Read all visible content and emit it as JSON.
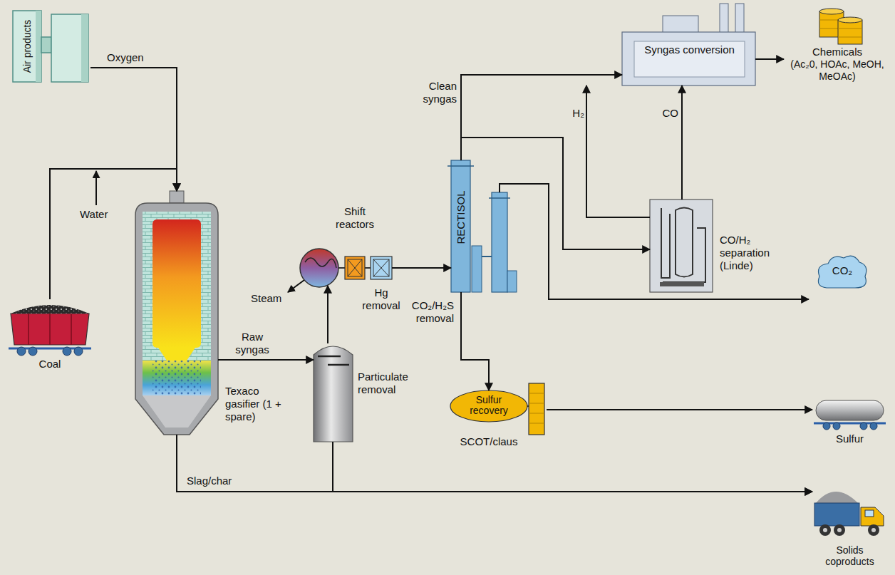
{
  "diagram": {
    "nodes": [
      {
        "text": [
          "Air products"
        ]
      },
      {
        "text": [
          "Coal"
        ]
      },
      {
        "text": [
          "Texaco gasifier (1 + spare)"
        ]
      },
      {
        "text": [
          "Particulate removal"
        ]
      },
      {
        "text": [
          "Shift reactors"
        ]
      },
      {
        "text": [
          "Hg removal"
        ]
      },
      {
        "text": [
          "RECTISOL"
        ]
      },
      {
        "text": [
          "CO₂/H₂S removal"
        ]
      },
      {
        "text": [
          "CO/H₂ separation (Linde)"
        ]
      },
      {
        "text": [
          "Syngas conversion"
        ]
      },
      {
        "text": [
          "Chemicals",
          "(Ac₂0, HOAc, MeOH, MeOAc)"
        ]
      },
      {
        "text": [
          "CO₂"
        ]
      },
      {
        "text": [
          "Sulfur recovery",
          "SCOT/claus"
        ]
      },
      {
        "text": [
          "Sulfur"
        ]
      },
      {
        "text": [
          "Solids coproducts"
        ]
      }
    ],
    "edges": [
      {
        "from": 0,
        "to": 2,
        "label": "Oxygen",
        "arrow": "to"
      },
      {
        "from": 1,
        "to": 2,
        "arrow": "to"
      },
      {
        "from": 2,
        "to": 3,
        "label": "Raw syngas",
        "arrow": "to"
      },
      {
        "from": 3,
        "to": 4,
        "arrow": "to"
      },
      {
        "from": 5,
        "to": 6,
        "arrow": "to"
      },
      {
        "from": 6,
        "to": 9,
        "label": "Clean syngas",
        "arrow": "to"
      },
      {
        "from": 6,
        "to": 8,
        "arrow": "to"
      },
      {
        "from": 8,
        "to": 9,
        "label": "H₂",
        "arrow": "to"
      },
      {
        "from": 8,
        "to": 9,
        "label": "CO",
        "arrow": "to"
      },
      {
        "from": 9,
        "to": 10,
        "arrow": "to"
      },
      {
        "from": 6,
        "to": 12,
        "arrow": "to"
      },
      {
        "from": 7,
        "to": 11,
        "arrow": "to"
      },
      {
        "from": 12,
        "to": 13,
        "arrow": "to"
      },
      {
        "from": 2,
        "to": 14,
        "label": "Slag/char",
        "arrow": "to"
      },
      {
        "from": 3,
        "to": 14,
        "arrow": "to"
      }
    ],
    "labels": [
      "Steam",
      "Water"
    ]
  }
}
